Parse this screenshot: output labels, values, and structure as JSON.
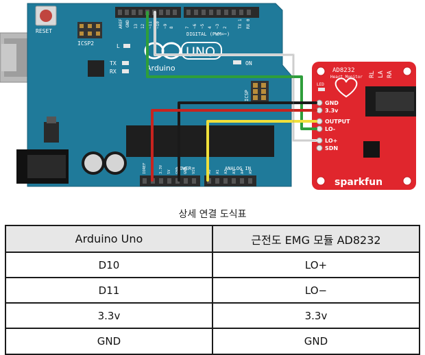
{
  "arduino": {
    "board_color": "#1f7a9a",
    "reset_label": "RESET",
    "icsp2_label": "ICSP2",
    "icsp_label": "ICSP",
    "l_label": "L",
    "tx_label": "TX",
    "rx_label": "RX",
    "on_label": "ON",
    "aref_label": "AREF",
    "gnd_label": "GND",
    "digital_pins": [
      "13",
      "12",
      "~11",
      "~10",
      "~9",
      "8",
      "7",
      "~6",
      "~5",
      "4",
      "~3",
      "2",
      "TX 1",
      "RX 0"
    ],
    "digital_label": "DIGITAL (PWM=~)",
    "logo_label": "UNO",
    "brand_label": "Arduino",
    "power_label": "POWER",
    "power_pins": [
      "IOREF",
      "RESET",
      "3.3V",
      "5V",
      "GND",
      "GND",
      "VIN"
    ],
    "analog_label": "ANALOG IN",
    "analog_pins": [
      "A0",
      "A1",
      "A2",
      "A3",
      "A4",
      "A5"
    ]
  },
  "sensor": {
    "board_color": "#e0262d",
    "title": "AD8232",
    "subtitle": "Heart Monitor",
    "led_label": "LED",
    "electrode_labels": [
      "RA",
      "LA",
      "RL"
    ],
    "pins": [
      "GND",
      "3.3v",
      "OUTPUT",
      "LO-",
      "LO+",
      "SDN"
    ],
    "brand": "sparkfun"
  },
  "wires": {
    "white": "#e6e6e6",
    "green": "#2e9e3a",
    "black": "#1a1a1a",
    "red": "#c8241f",
    "yellow": "#f0e03a"
  },
  "caption": "상세 연결 도식표",
  "table": {
    "headers": [
      "Arduino Uno",
      "근전도 EMG 모듈 AD8232"
    ],
    "rows": [
      [
        "D10",
        "LO+"
      ],
      [
        "D11",
        "LO−"
      ],
      [
        "3.3v",
        "3.3v"
      ],
      [
        "GND",
        "GND"
      ]
    ]
  }
}
